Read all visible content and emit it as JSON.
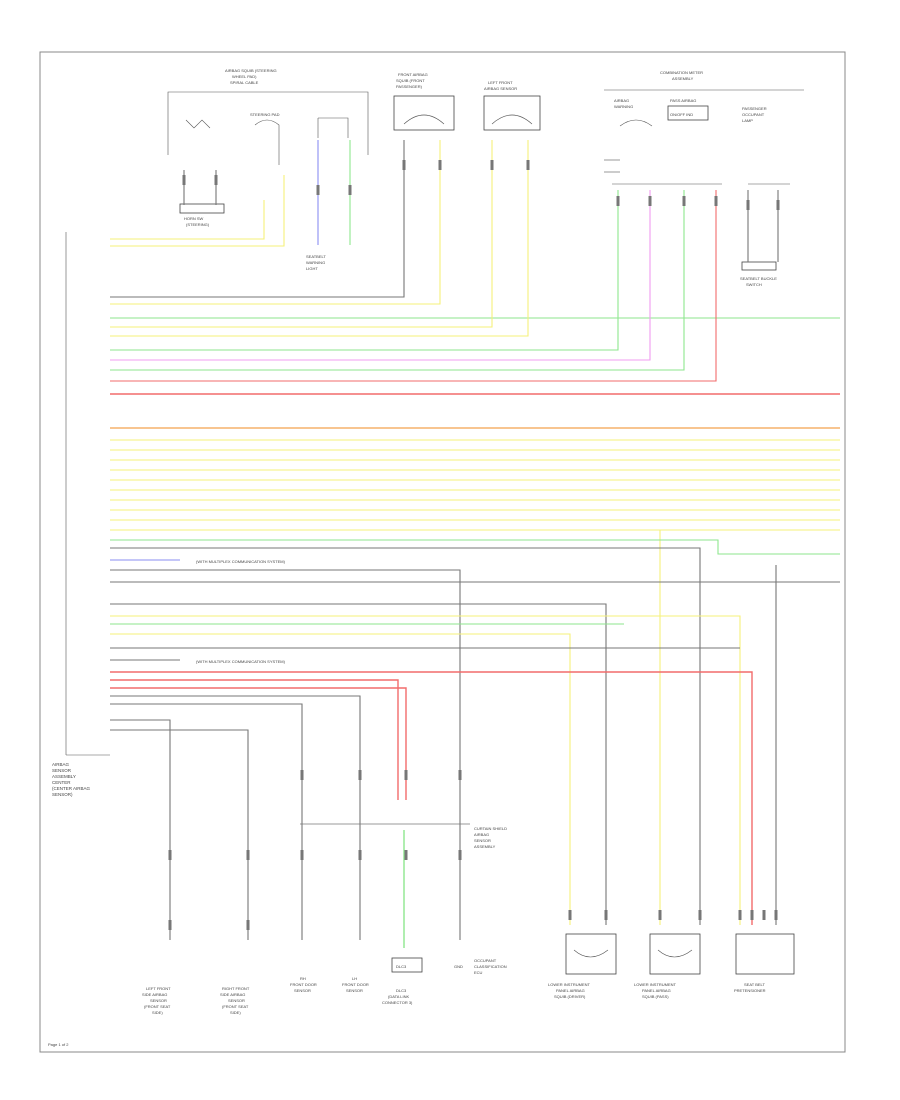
{
  "page_label": "Page 1 of 2",
  "ecu": {
    "label_lines": [
      "AIRBAG",
      "SENSOR",
      "ASSEMBLY",
      "CENTER",
      "(CENTER AIRBAG",
      "SENSOR)"
    ]
  },
  "top_components": [
    {
      "id": "spiral",
      "lines": [
        "AIRBAG SQUIB (STEERING",
        "WHEEL PAD)",
        "SPIRAL CABLE"
      ]
    },
    {
      "id": "front-pass",
      "lines": [
        "FRONT AIRBAG",
        "SQUIB (FRONT",
        "PASSENGER)"
      ]
    },
    {
      "id": "left-front",
      "lines": [
        "LEFT FRONT",
        "AIRBAG SENSOR"
      ]
    },
    {
      "id": "combo-meter",
      "lines": [
        "COMBINATION METER",
        "ASSEMBLY"
      ]
    }
  ],
  "sub_labels": {
    "horn_switch": [
      "HORN SW",
      "(STEERING)"
    ],
    "steering_pad": "STEERING PAD",
    "seatbelt_buckle": [
      "SEATBELT BUCKLE",
      "SWITCH"
    ],
    "seatbelt_warn": [
      "SEATBELT",
      "WARNING",
      "LIGHT"
    ],
    "airbag_warn": [
      "AIRBAG",
      "WARNING"
    ],
    "pass_airbag": [
      "PASS AIRBAG",
      "ON/OFF IND"
    ],
    "pass_lamp": [
      "PASSENGER",
      "OCCUPANT",
      "LAMP"
    ]
  },
  "bottom_components": [
    {
      "id": "lf-side",
      "lines": [
        "LEFT FRONT",
        "SIDE AIRBAG",
        "SENSOR",
        "(FRONT SEAT",
        "SIDE)"
      ]
    },
    {
      "id": "rf-side",
      "lines": [
        "RIGHT FRONT",
        "SIDE AIRBAG",
        "SENSOR",
        "(FRONT SEAT",
        "SIDE)"
      ]
    },
    {
      "id": "r-door",
      "lines": [
        "RH",
        "FRONT DOOR",
        "SENSOR"
      ]
    },
    {
      "id": "l-door",
      "lines": [
        "LH",
        "FRONT DOOR",
        "SENSOR"
      ]
    },
    {
      "id": "dlc3",
      "lines": [
        "DLC3",
        "(DATA LINK",
        "CONNECTOR 3)"
      ]
    },
    {
      "id": "gnd",
      "lines": [
        "GND"
      ]
    },
    {
      "id": "occupant",
      "lines": [
        "OCCUPANT",
        "CLASSIFICATION",
        "ECU"
      ]
    },
    {
      "id": "lower-left",
      "lines": [
        "LOWER INSTRUMENT",
        "PANEL AIRBAG",
        "SQUIB (DRIVER)"
      ]
    },
    {
      "id": "lower-right",
      "lines": [
        "LOWER INSTRUMENT",
        "PANEL AIRBAG",
        "SQUIB (PASS)"
      ]
    },
    {
      "id": "pretensioner",
      "lines": [
        "SEAT BELT",
        "PRETENSIONER"
      ]
    }
  ],
  "notes": {
    "multiplex_1": "(WITH MULTIPLEX COMMUNICATION SYSTEM)",
    "multiplex_2": "(WITH MULTIPLEX COMMUNICATION SYSTEM)",
    "gnd_note": [
      "CURTAIN SHIELD",
      "AIRBAG",
      "SENSOR",
      "ASSEMBLY"
    ]
  },
  "colors": {
    "yellow": "#f5f07a",
    "yellow_dark": "#e0d94a",
    "green": "#8ee68e",
    "pink": "#f09cf0",
    "red": "#f26b6b",
    "orange": "#f5b26b",
    "blue": "#8a8ef2",
    "gray": "#777777",
    "black": "#333333"
  }
}
